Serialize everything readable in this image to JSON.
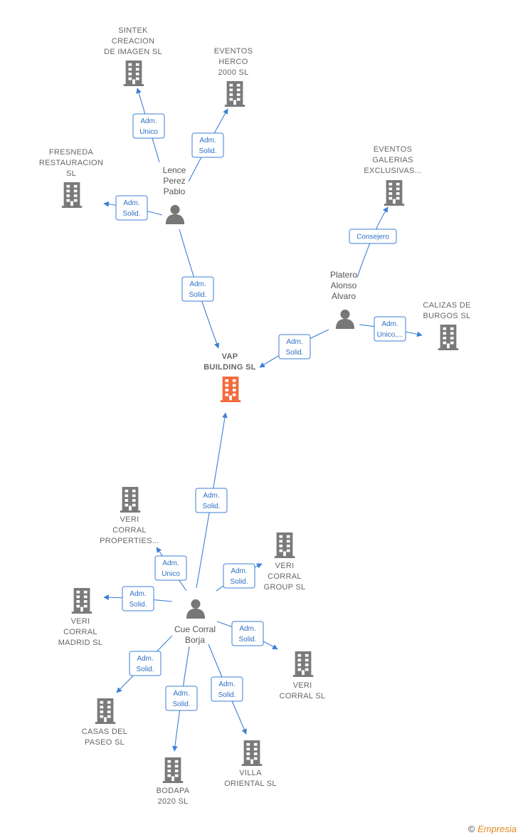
{
  "colors": {
    "edge": "#3c7fd6",
    "company": "#7a7a7a",
    "main_company": "#f26a3c",
    "person": "#777777"
  },
  "companies": [
    {
      "id": "sintek",
      "lines": [
        "SINTEK",
        "CREACION",
        "DE IMAGEN  SL"
      ]
    },
    {
      "id": "eventos-herco",
      "lines": [
        "EVENTOS",
        "HERCO",
        "2000  SL"
      ]
    },
    {
      "id": "fresneda",
      "lines": [
        "FRESNEDA",
        "RESTAURACION",
        "SL"
      ]
    },
    {
      "id": "eventos-galerias",
      "lines": [
        "EVENTOS",
        "GALERIAS",
        "EXCLUSIVAS..."
      ]
    },
    {
      "id": "calizas",
      "lines": [
        "CALIZAS DE",
        "BURGOS  SL"
      ]
    },
    {
      "id": "vap",
      "lines": [
        "VAP",
        "BUILDING  SL"
      ],
      "main": true
    },
    {
      "id": "veri-props",
      "lines": [
        "VERI",
        "CORRAL",
        "PROPERTIES..."
      ]
    },
    {
      "id": "veri-group",
      "lines": [
        "VERI",
        "CORRAL",
        "GROUP  SL"
      ]
    },
    {
      "id": "veri-madrid",
      "lines": [
        "VERI",
        "CORRAL",
        "MADRID  SL"
      ]
    },
    {
      "id": "veri-sl",
      "lines": [
        "VERI",
        "CORRAL  SL"
      ]
    },
    {
      "id": "casas",
      "lines": [
        "CASAS DEL",
        "PASEO  SL"
      ]
    },
    {
      "id": "bodapa",
      "lines": [
        "BODAPA",
        "2020  SL"
      ]
    },
    {
      "id": "villa",
      "lines": [
        "VILLA",
        "ORIENTAL  SL"
      ]
    }
  ],
  "persons": [
    {
      "id": "lence",
      "lines": [
        "Lence",
        "Perez",
        "Pablo"
      ]
    },
    {
      "id": "platero",
      "lines": [
        "Platero",
        "Alonso",
        "Alvaro"
      ]
    },
    {
      "id": "cue",
      "lines": [
        "Cue Corral",
        "Borja"
      ]
    }
  ],
  "edges": [
    {
      "from": "lence",
      "to": "sintek",
      "label": [
        "Adm.",
        "Unico"
      ]
    },
    {
      "from": "lence",
      "to": "eventos-herco",
      "label": [
        "Adm.",
        "Solid."
      ]
    },
    {
      "from": "lence",
      "to": "fresneda",
      "label": [
        "Adm.",
        "Solid."
      ]
    },
    {
      "from": "lence",
      "to": "vap",
      "label": [
        "Adm.",
        "Solid."
      ]
    },
    {
      "from": "platero",
      "to": "eventos-galerias",
      "label": [
        "Consejero"
      ]
    },
    {
      "from": "platero",
      "to": "vap",
      "label": [
        "Adm.",
        "Solid."
      ]
    },
    {
      "from": "platero",
      "to": "calizas",
      "label": [
        "Adm.",
        "Unico,..."
      ]
    },
    {
      "from": "cue",
      "to": "vap",
      "label": [
        "Adm.",
        "Solid."
      ]
    },
    {
      "from": "cue",
      "to": "veri-props",
      "label": [
        "Adm.",
        "Unico"
      ]
    },
    {
      "from": "cue",
      "to": "veri-group",
      "label": [
        "Adm.",
        "Solid."
      ]
    },
    {
      "from": "cue",
      "to": "veri-madrid",
      "label": [
        "Adm.",
        "Solid."
      ]
    },
    {
      "from": "cue",
      "to": "veri-sl",
      "label": [
        "Adm.",
        "Solid."
      ]
    },
    {
      "from": "cue",
      "to": "casas",
      "label": [
        "Adm.",
        "Solid."
      ]
    },
    {
      "from": "cue",
      "to": "bodapa",
      "label": [
        "Adm.",
        "Solid."
      ]
    },
    {
      "from": "cue",
      "to": "villa",
      "label": [
        "Adm.",
        "Solid."
      ]
    }
  ],
  "branding": {
    "copyright": "©",
    "name": "Empresia"
  }
}
